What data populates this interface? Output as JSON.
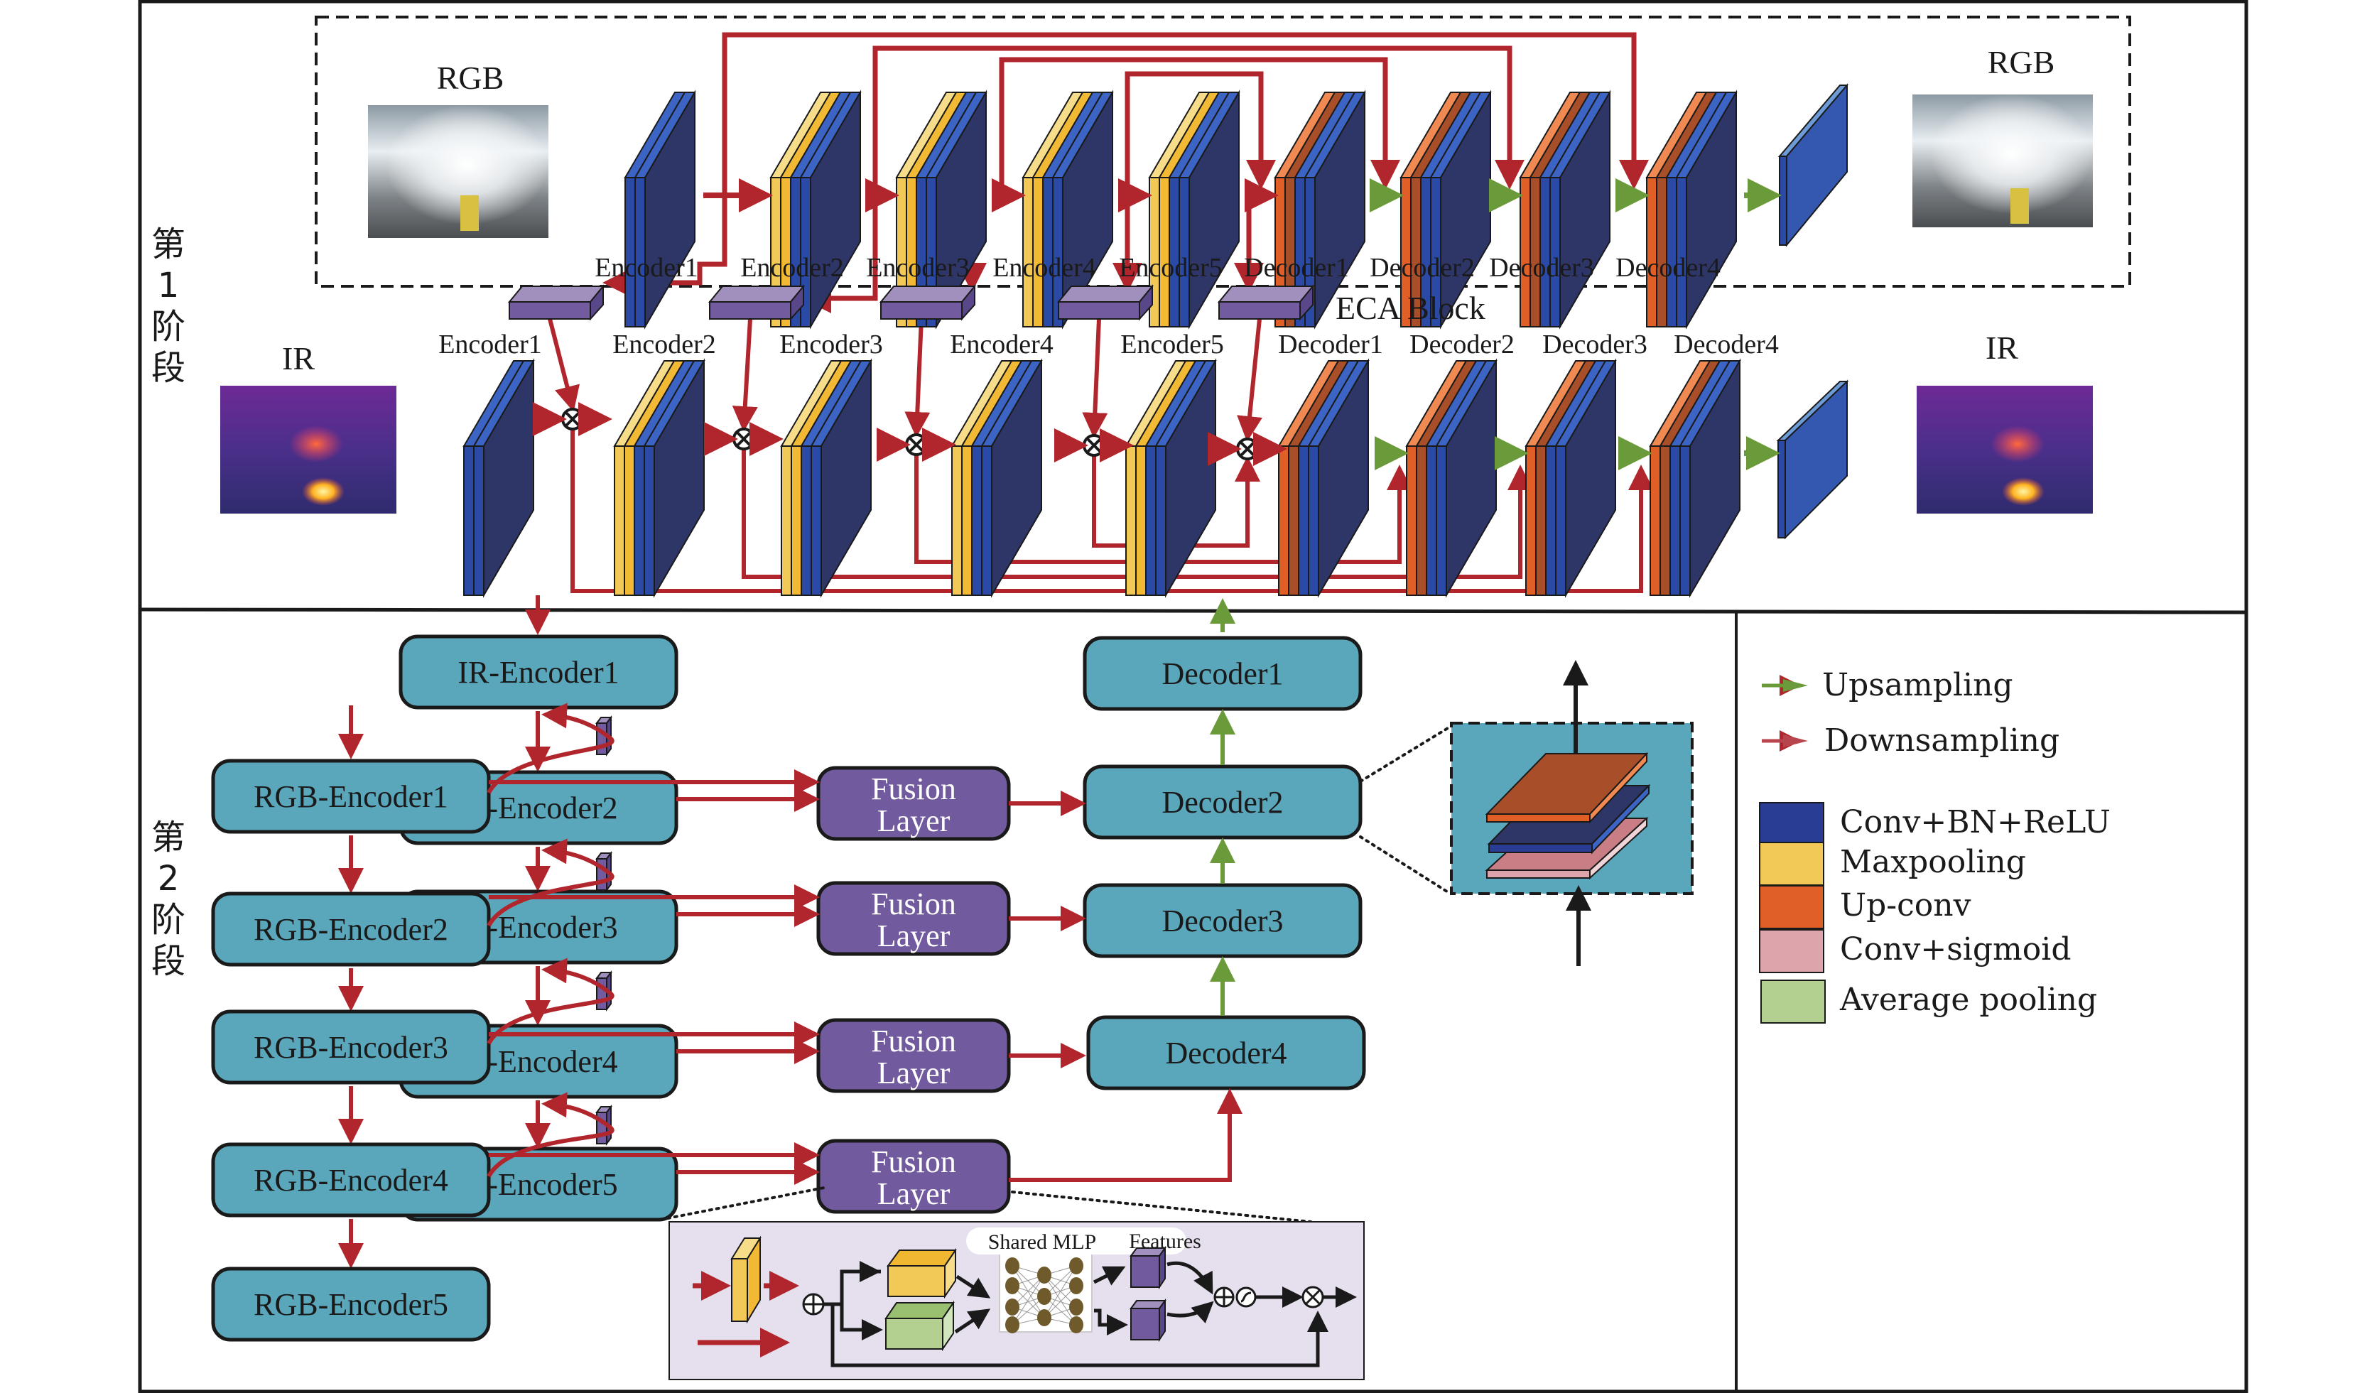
{
  "figure": {
    "stage1": {
      "label_chars": [
        "第",
        "1",
        "阶",
        "段"
      ],
      "rgb_branch": {
        "input_label": "RGB",
        "output_label": "RGB",
        "blocks": [
          {
            "label": "Encoder1",
            "kind": "conv"
          },
          {
            "label": "Encoder2",
            "kind": "pool"
          },
          {
            "label": "Encoder3",
            "kind": "pool"
          },
          {
            "label": "Encoder4",
            "kind": "pool"
          },
          {
            "label": "Encoder5",
            "kind": "pool"
          },
          {
            "label": "Decoder1",
            "kind": "upconv"
          },
          {
            "label": "Decoder2",
            "kind": "upconv"
          },
          {
            "label": "Decoder3",
            "kind": "upconv"
          },
          {
            "label": "Decoder4",
            "kind": "upconv"
          }
        ]
      },
      "eca_label": "ECA Block",
      "eca_count": 5,
      "ir_branch": {
        "input_label": "IR",
        "output_label": "IR",
        "blocks": [
          {
            "label": "Encoder1",
            "kind": "conv"
          },
          {
            "label": "Encoder2",
            "kind": "pool"
          },
          {
            "label": "Encoder3",
            "kind": "pool"
          },
          {
            "label": "Encoder4",
            "kind": "pool"
          },
          {
            "label": "Encoder5",
            "kind": "pool"
          },
          {
            "label": "Decoder1",
            "kind": "upconv"
          },
          {
            "label": "Decoder2",
            "kind": "upconv"
          },
          {
            "label": "Decoder3",
            "kind": "upconv"
          },
          {
            "label": "Decoder4",
            "kind": "upconv"
          }
        ]
      }
    },
    "stage2": {
      "label_chars": [
        "第",
        "2",
        "阶",
        "段"
      ],
      "ir_encoders": [
        "IR-Encoder1",
        "-Encoder2",
        "-Encoder3",
        "-Encoder4",
        "-Encoder5"
      ],
      "rgb_encoders": [
        "RGB-Encoder1",
        "RGB-Encoder2",
        "RGB-Encoder3",
        "RGB-Encoder4",
        "RGB-Encoder5"
      ],
      "fusion_layers": [
        {
          "line1": "Fusion",
          "line2": "Layer"
        },
        {
          "line1": "Fusion",
          "line2": "Layer"
        },
        {
          "line1": "Fusion",
          "line2": "Layer"
        },
        {
          "line1": "Fusion",
          "line2": "Layer"
        }
      ],
      "decoders": [
        "Decoder1",
        "Decoder2",
        "Decoder3",
        "Decoder4"
      ],
      "fusion_detail": {
        "shared_mlp_label": "Shared MLP",
        "features_label": "Features"
      }
    },
    "legend": {
      "items": [
        {
          "type": "arrow",
          "label": "Upsampling",
          "color": "#6a9a3a"
        },
        {
          "type": "arrow",
          "label": "Downsampling",
          "color": "#b8454d"
        },
        {
          "type": "swatch",
          "label": "Conv+BN+ReLU",
          "color": "#2a3d94"
        },
        {
          "type": "swatch",
          "label": "Maxpooling",
          "color": "#f2c956"
        },
        {
          "type": "swatch",
          "label": "Up-conv",
          "color": "#e05f27"
        },
        {
          "type": "swatch",
          "label": "Conv+sigmoid",
          "color": "#dea4ab"
        },
        {
          "type": "swatch",
          "label": "Average pooling",
          "color": "#b3d091"
        }
      ]
    },
    "colors": {
      "conv_front": "#2e3567",
      "conv_side": "#2a4aa5",
      "conv_top": "#3b64c4",
      "pool_front": "#f1b934",
      "pool_top": "#f7dd8a",
      "upconv_front": "#e05f27",
      "upconv_side": "#a84e28",
      "upconv_top": "#f08a52",
      "output_plane": "#3458b0",
      "output_top": "#6d9bd8",
      "eca_front": "#735b9f",
      "eca_top": "#a18fbd",
      "eca_side": "#5a4789",
      "teal": "#5aa7bb",
      "fusion": "#715a9e",
      "red": "#b0262c",
      "green": "#6a9a3a",
      "inset_bg": "#e6dfee",
      "sigmoid_pink": "#c97d85",
      "sigmoid_pink_light": "#dea4ab"
    }
  }
}
